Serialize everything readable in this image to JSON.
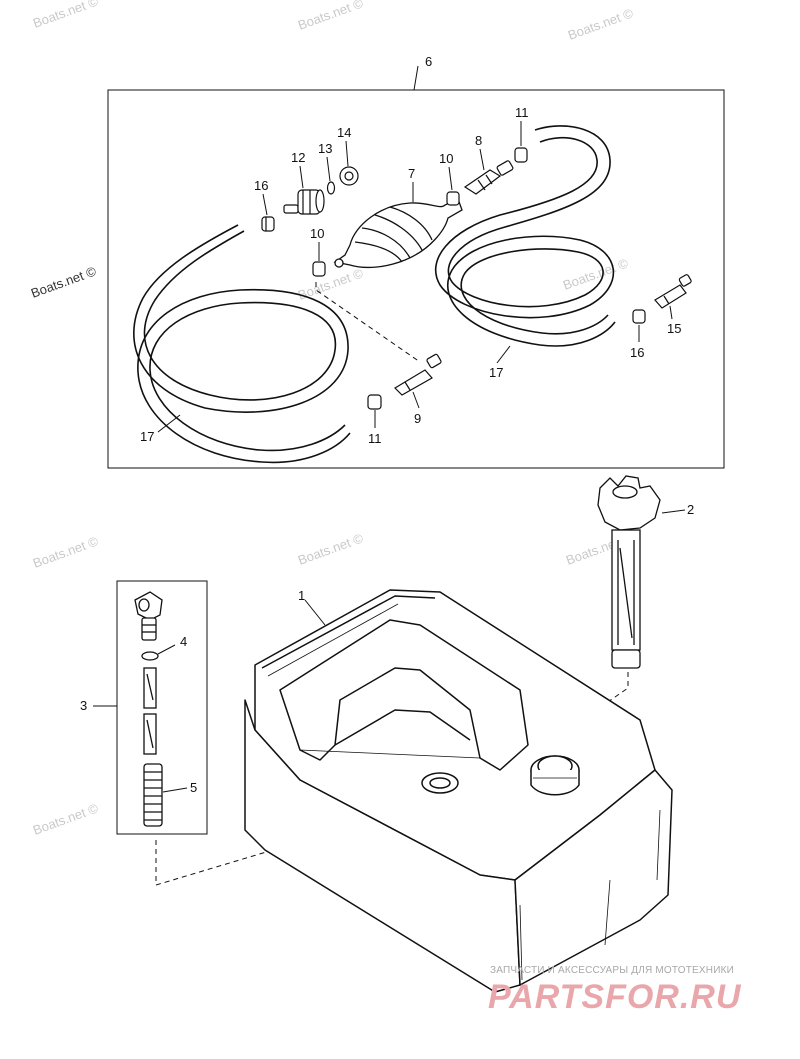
{
  "callouts": {
    "c1": "1",
    "c2": "2",
    "c3": "3",
    "c4": "4",
    "c5": "5",
    "c6": "6",
    "c7": "7",
    "c8": "8",
    "c9": "9",
    "c10a": "10",
    "c10b": "10",
    "c11a": "11",
    "c11b": "11",
    "c12": "12",
    "c13": "13",
    "c14": "14",
    "c15": "15",
    "c16a": "16",
    "c16b": "16",
    "c17a": "17",
    "c17b": "17"
  },
  "watermark": "Boats.net ©",
  "brand": {
    "tagline": "ЗАПЧАСТИ И АКСЕССУАРЫ ДЛЯ МОТОТЕХНИКИ",
    "logo": "PARTSFOR.RU"
  }
}
